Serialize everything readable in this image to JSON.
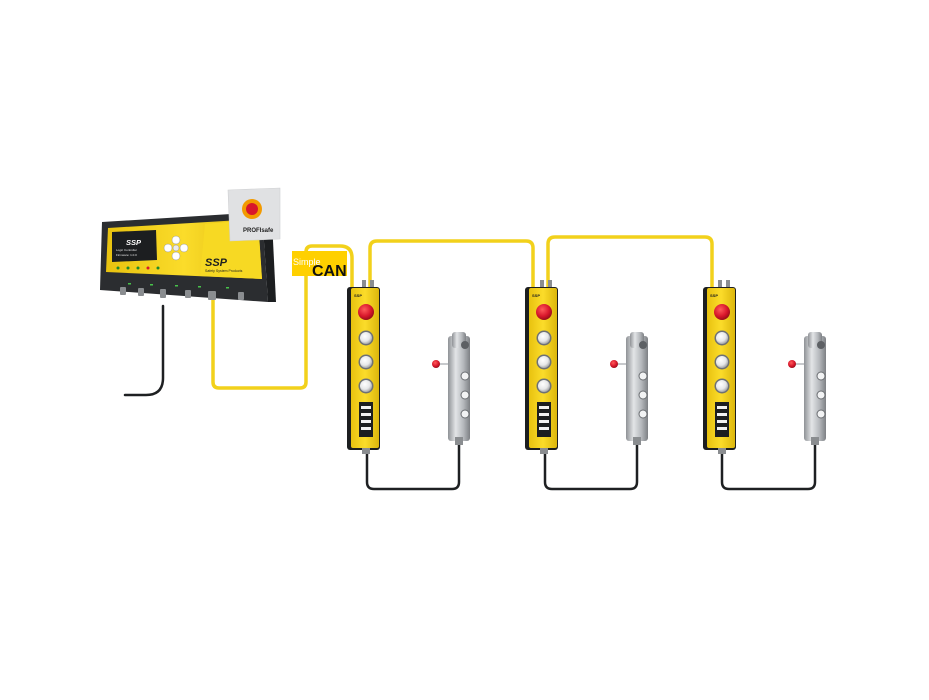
{
  "controller": {
    "brand": "SSP",
    "tagline": "Safety System Products",
    "screen_brand": "SSP",
    "screen_line1": "Logic Controller",
    "screen_line2": "Firmware: 1.0.0"
  },
  "profisafe": {
    "label": "PROFIsafe"
  },
  "bus": {
    "prefix": "Simple",
    "name": "CAN"
  },
  "stations": [
    {
      "panel_brand": "SSP"
    },
    {
      "panel_brand": "SSP"
    },
    {
      "panel_brand": "SSP"
    }
  ],
  "colors": {
    "cable": "#f2d11b",
    "housing": "#f5d21a",
    "estop": "#d8172b",
    "profisafe_badge": "#f29a00",
    "logo_bg": "#ffd000"
  }
}
